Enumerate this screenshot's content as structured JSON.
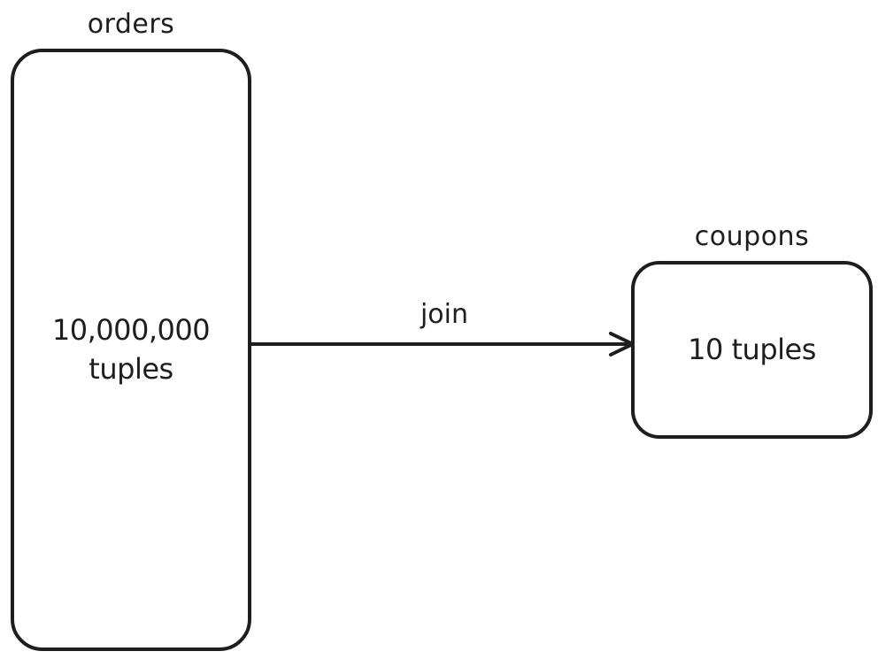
{
  "diagram": {
    "colors": {
      "stroke": "#1e1e1e",
      "background": "#ffffff"
    },
    "nodes": {
      "orders": {
        "title": "orders",
        "content": "10,000,000 tuples"
      },
      "coupons": {
        "title": "coupons",
        "content": "10 tuples"
      }
    },
    "edge": {
      "label": "join"
    }
  }
}
